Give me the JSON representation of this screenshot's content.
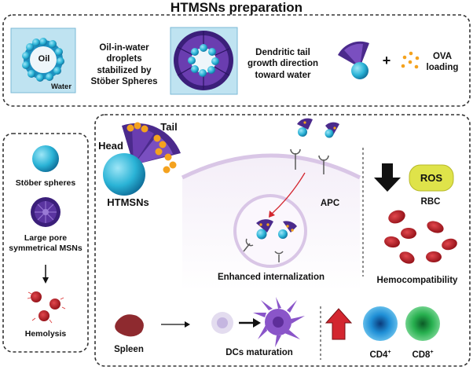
{
  "title": "HTMSNs preparation",
  "top_panel": {
    "oil_label": "Oil",
    "water_label": "Water",
    "droplet_text": [
      "Oil-in-water",
      "droplets",
      "stabilized by",
      "Stöber Spheres"
    ],
    "dendritic_text": [
      "Dendritic tail",
      "growth direction",
      "toward water"
    ],
    "plus": "+",
    "ova_text": [
      "OVA",
      "loading"
    ]
  },
  "left_panel": {
    "stober_label": "Stöber spheres",
    "msn_label": [
      "Large pore",
      "symmetrical MSNs"
    ],
    "hemolysis_label": "Hemolysis"
  },
  "main_panel": {
    "tail_label": "Tail",
    "head_label": "Head",
    "htmsns_label": "HTMSNs",
    "apc_label": "APC",
    "internalization_label": "Enhanced internalization",
    "ros_label": "ROS",
    "rbc_label": "RBC",
    "hemocompat_label": "Hemocompatibility",
    "spleen_label": "Spleen",
    "dc_label": "DCs maturation",
    "cd4_label": "CD4",
    "cd8_label": "CD8",
    "cd_sup": "+"
  },
  "colors": {
    "cyan": "#2ab3d6",
    "purple": "#4b2a8c",
    "violet": "#7a4fc0",
    "orange": "#f4a21e",
    "rbc_red": "#b3141c",
    "dc_purple": "#8a55c9",
    "cd4_blue": "#1f8fd6",
    "cd8_green": "#27b04f",
    "ros_yellow": "#dfe34a",
    "spleen": "#8e2a2f"
  }
}
